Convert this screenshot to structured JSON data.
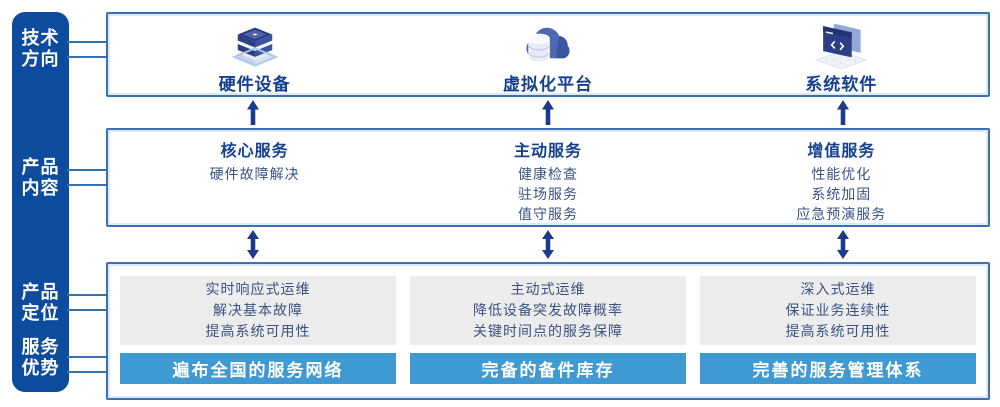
{
  "sidebar": {
    "items": [
      {
        "label": "技术\n方向"
      },
      {
        "label": "产品\n内容"
      },
      {
        "label": "产品\n定位"
      },
      {
        "label": "服务\n优势"
      }
    ]
  },
  "tech": {
    "items": [
      {
        "label": "硬件设备",
        "icon": "server-stack-icon"
      },
      {
        "label": "虚拟化平台",
        "icon": "cloud-database-icon"
      },
      {
        "label": "系统软件",
        "icon": "code-window-icon"
      }
    ]
  },
  "services": {
    "columns": [
      {
        "title": "核心服务",
        "items": [
          "硬件故障解决"
        ]
      },
      {
        "title": "主动服务",
        "items": [
          "健康检查",
          "驻场服务",
          "值守服务"
        ]
      },
      {
        "title": "增值服务",
        "items": [
          "性能优化",
          "系统加固",
          "应急预演服务"
        ]
      }
    ]
  },
  "positioning": {
    "columns": [
      {
        "lines": [
          "实时响应式运维",
          "解决基本故障",
          "提高系统可用性"
        ],
        "banner": "遍布全国的服务网络"
      },
      {
        "lines": [
          "主动式运维",
          "降低设备突发故障概率",
          "关键时间点的服务保障"
        ],
        "banner": "完备的备件库存"
      },
      {
        "lines": [
          "深入式运维",
          "保证业务连续性",
          "提高系统可用性"
        ],
        "banner": "完善的服务管理体系"
      }
    ]
  },
  "colors": {
    "sidebar_blue": "#0d4b9e",
    "box_border": "#3a70b5",
    "title_navy": "#14418f",
    "body_text": "#3a5382",
    "banner_blue": "#3f9ad3",
    "gray_card": "#ececec",
    "arrow_navy": "#1d3a8a"
  }
}
